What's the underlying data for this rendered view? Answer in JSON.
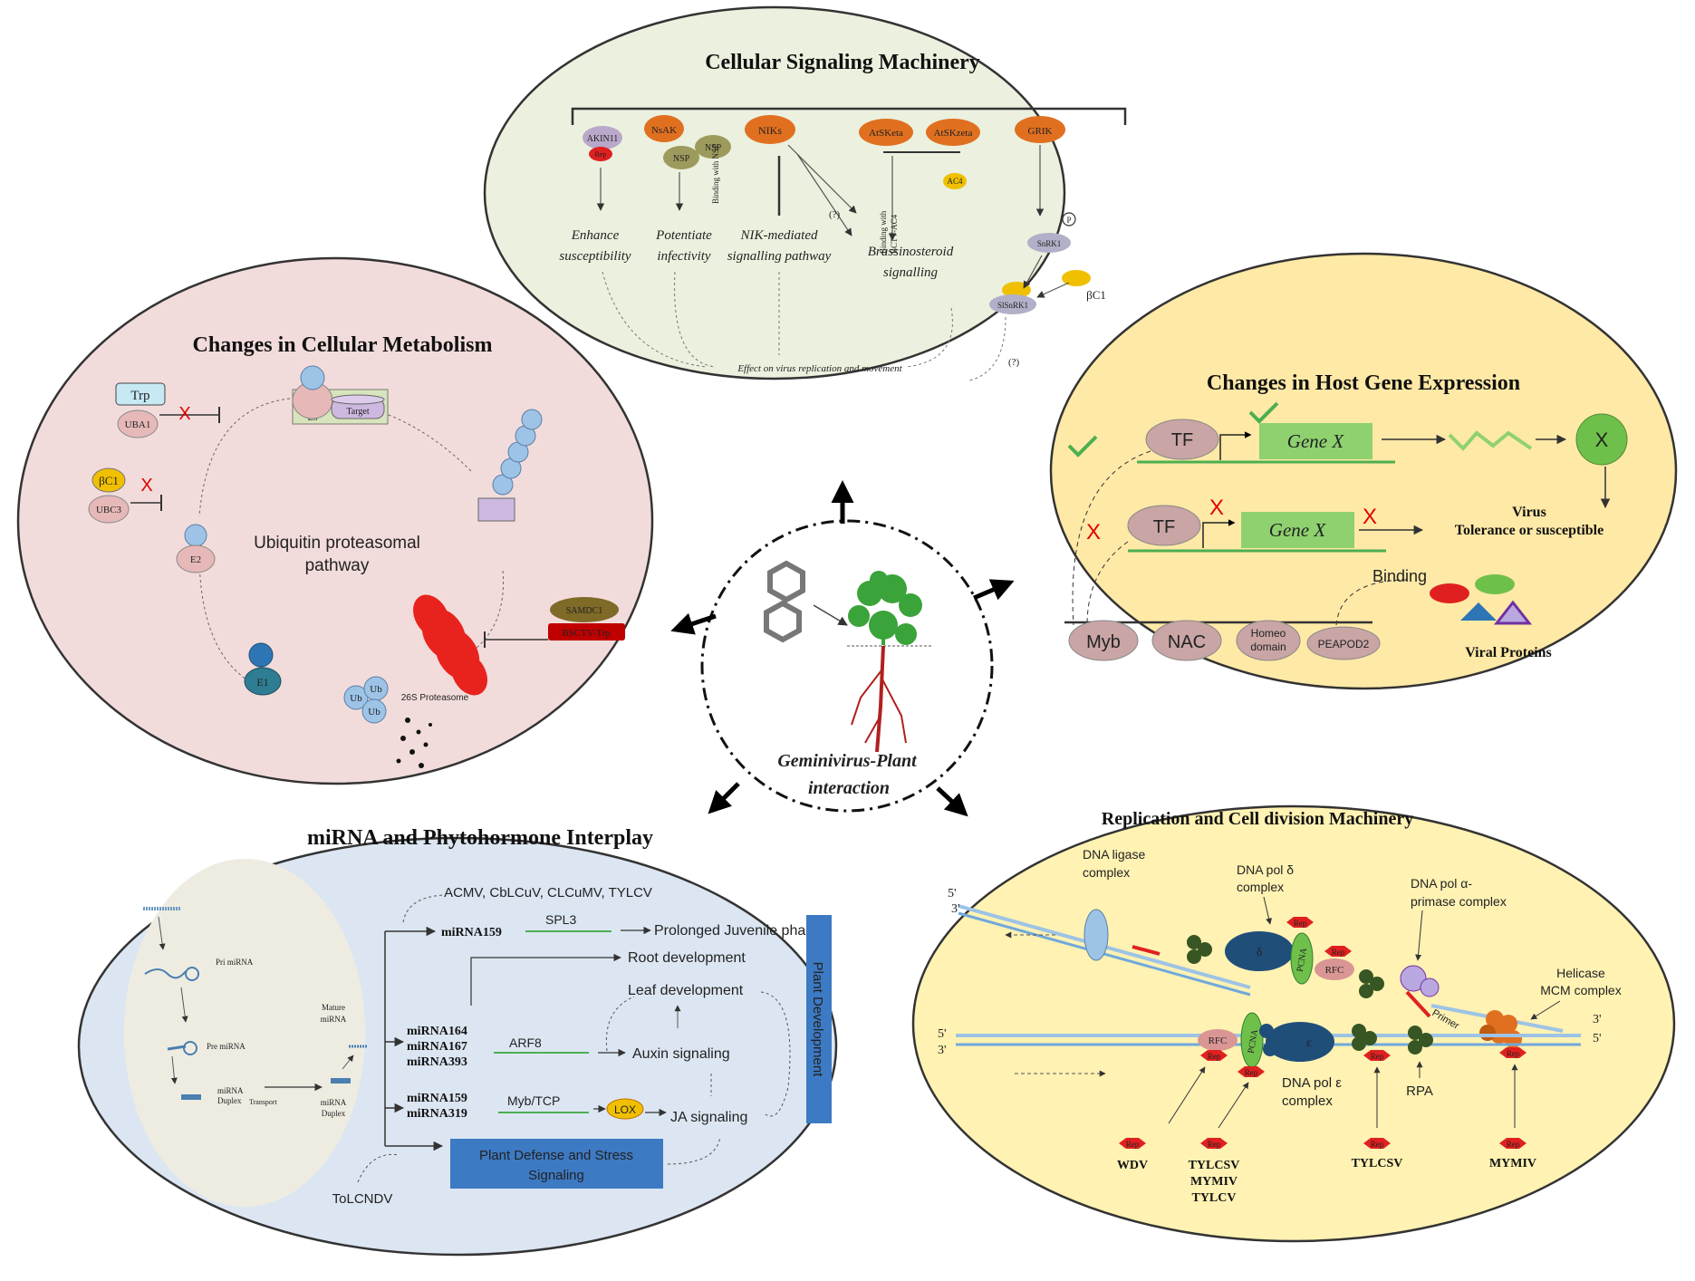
{
  "center": {
    "line1": "Geminivirus-Plant",
    "line2": "interaction"
  },
  "signaling": {
    "title": "Cellular Signaling Machinery",
    "akin11": "AKIN11",
    "rep": "Rep",
    "nsak": "NsAK",
    "nsp": "NSP",
    "niks": "NIKs",
    "atsketa": "AtSKeta",
    "atskzeta": "AtSKzeta",
    "grik": "GRIK",
    "ac4": "AC4",
    "binding_nsp": "Binding with NSP",
    "binding_bctv_1": "Binding with",
    "binding_bctv_2": "BCTV-AC4",
    "q": "(?)",
    "p": "P",
    "enhance_1": "Enhance",
    "enhance_2": "susceptibility",
    "potentiate_1": "Potentiate",
    "potentiate_2": "infectivity",
    "nik_1": "NIK-mediated",
    "nik_2": "signalling pathway",
    "brassino_1": "Brassinosteroid",
    "brassino_2": "signalling",
    "snrk1": "SnRK1",
    "slsnrk1": "SlSnRK1",
    "bc1": "βC1",
    "effect": "Effect on virus replication and movement"
  },
  "metabolism": {
    "title": "Changes in Cellular Metabolism",
    "trp": "Trp",
    "uba1": "UBA1",
    "bc1": "βC1",
    "ubc3": "UBC3",
    "x": "X",
    "e3": "E3",
    "target": "Target",
    "e2": "E2",
    "e1": "E1",
    "pathway_1": "Ubiquitin proteasomal",
    "pathway_2": "pathway",
    "samdc1": "SAMDC1",
    "bsctv_trp": "BSCTV-Trp",
    "proteasome": "26S Proteasome",
    "ub": "Ub"
  },
  "gene_expression": {
    "title": "Changes in Host Gene Expression",
    "tf": "TF",
    "gene_x": "Gene X",
    "x": "X",
    "virus_1": "Virus",
    "virus_2": "Tolerance or susceptible",
    "binding": "Binding",
    "myb": "Myb",
    "nac": "NAC",
    "homeo_1": "Homeo",
    "homeo_2": "domain",
    "peapod2": "PEAPOD2",
    "viral_proteins": "Viral Proteins"
  },
  "mirna": {
    "title": "miRNA and Phytohormone Interplay",
    "viruses_top": "ACMV,  CbLCuV,  CLCuMV,  TYLCV",
    "pri": "Pri miRNA",
    "pre": "Pre miRNA",
    "duplex_1": "miRNA",
    "duplex_2": "Duplex",
    "transport": "Transport",
    "mature_1": "Mature",
    "mature_2": "miRNA",
    "mduplex_1": "miRNA",
    "mduplex_2": "Duplex",
    "mirna159a": "miRNA159",
    "spl3": "SPL3",
    "juvenile": "Prolonged  Juvenile phase",
    "root": "Root development",
    "leaf": "Leaf development",
    "mirna164": "miRNA164",
    "mirna167": "miRNA167",
    "mirna393": "miRNA393",
    "arf8": "ARF8",
    "auxin": "Auxin signaling",
    "mirna159b": "miRNA159",
    "mirna319": "miRNA319",
    "mybtcp": "Myb/TCP",
    "lox": "LOX",
    "ja": "JA signaling",
    "defense_1": "Plant Defense and Stress",
    "defense_2": "Signaling",
    "plant_dev": "Plant Development",
    "tolcndv": "ToLCNDV"
  },
  "replication": {
    "title": "Replication and Cell division  Machinery",
    "ligase_1": "DNA ligase",
    "ligase_2": "complex",
    "pold_1": "DNA pol δ",
    "pold_2": "complex",
    "delta": "δ",
    "pola_1": "DNA pol α-",
    "pola_2": "primase complex",
    "helicase_1": "Helicase",
    "helicase_2": "MCM complex",
    "five": "5'",
    "three": "3'",
    "rep": "Rep",
    "pcna": "PCNA",
    "rfc": "RFC",
    "primer": "Primer",
    "eps": "ε",
    "pole_1": "DNA pol ε",
    "pole_2": "complex",
    "rpa": "RPA",
    "wdv": "WDV",
    "tylcsv": "TYLCSV",
    "mymiv": "MYMIV",
    "tylcv": "TYLCV",
    "tylcsv2": "TYLCSV",
    "mymiv2": "MYMIV"
  }
}
